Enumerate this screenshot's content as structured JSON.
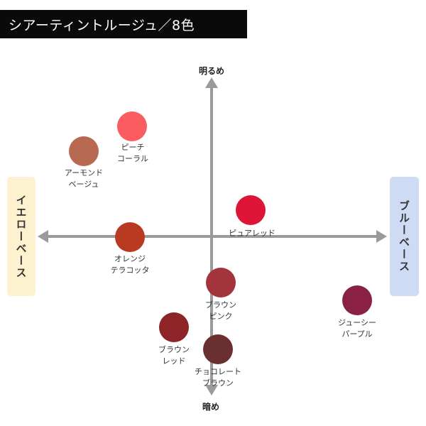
{
  "title": "シアーティントルージュ／8色",
  "axes": {
    "top": "明るめ",
    "bottom": "暗め",
    "left": "イエローベース",
    "right": "ブルーベース"
  },
  "shades": [
    {
      "name": "ピーチ\nコーラル",
      "color": "#fa5c60"
    },
    {
      "name": "アーモンド\nベージュ",
      "color": "#b86952"
    },
    {
      "name": "ピュアレッド",
      "color": "#df1538"
    },
    {
      "name": "オレンジ\nテラコッタ",
      "color": "#b83a22"
    },
    {
      "name": "ブラウン\nピンク",
      "color": "#a4343b"
    },
    {
      "name": "ジューシー\nパープル",
      "color": "#8a2043"
    },
    {
      "name": "ブラウン\nレッド",
      "color": "#8d2528"
    },
    {
      "name": "チョコレート\nブラウン",
      "color": "#6a2f2f"
    }
  ]
}
